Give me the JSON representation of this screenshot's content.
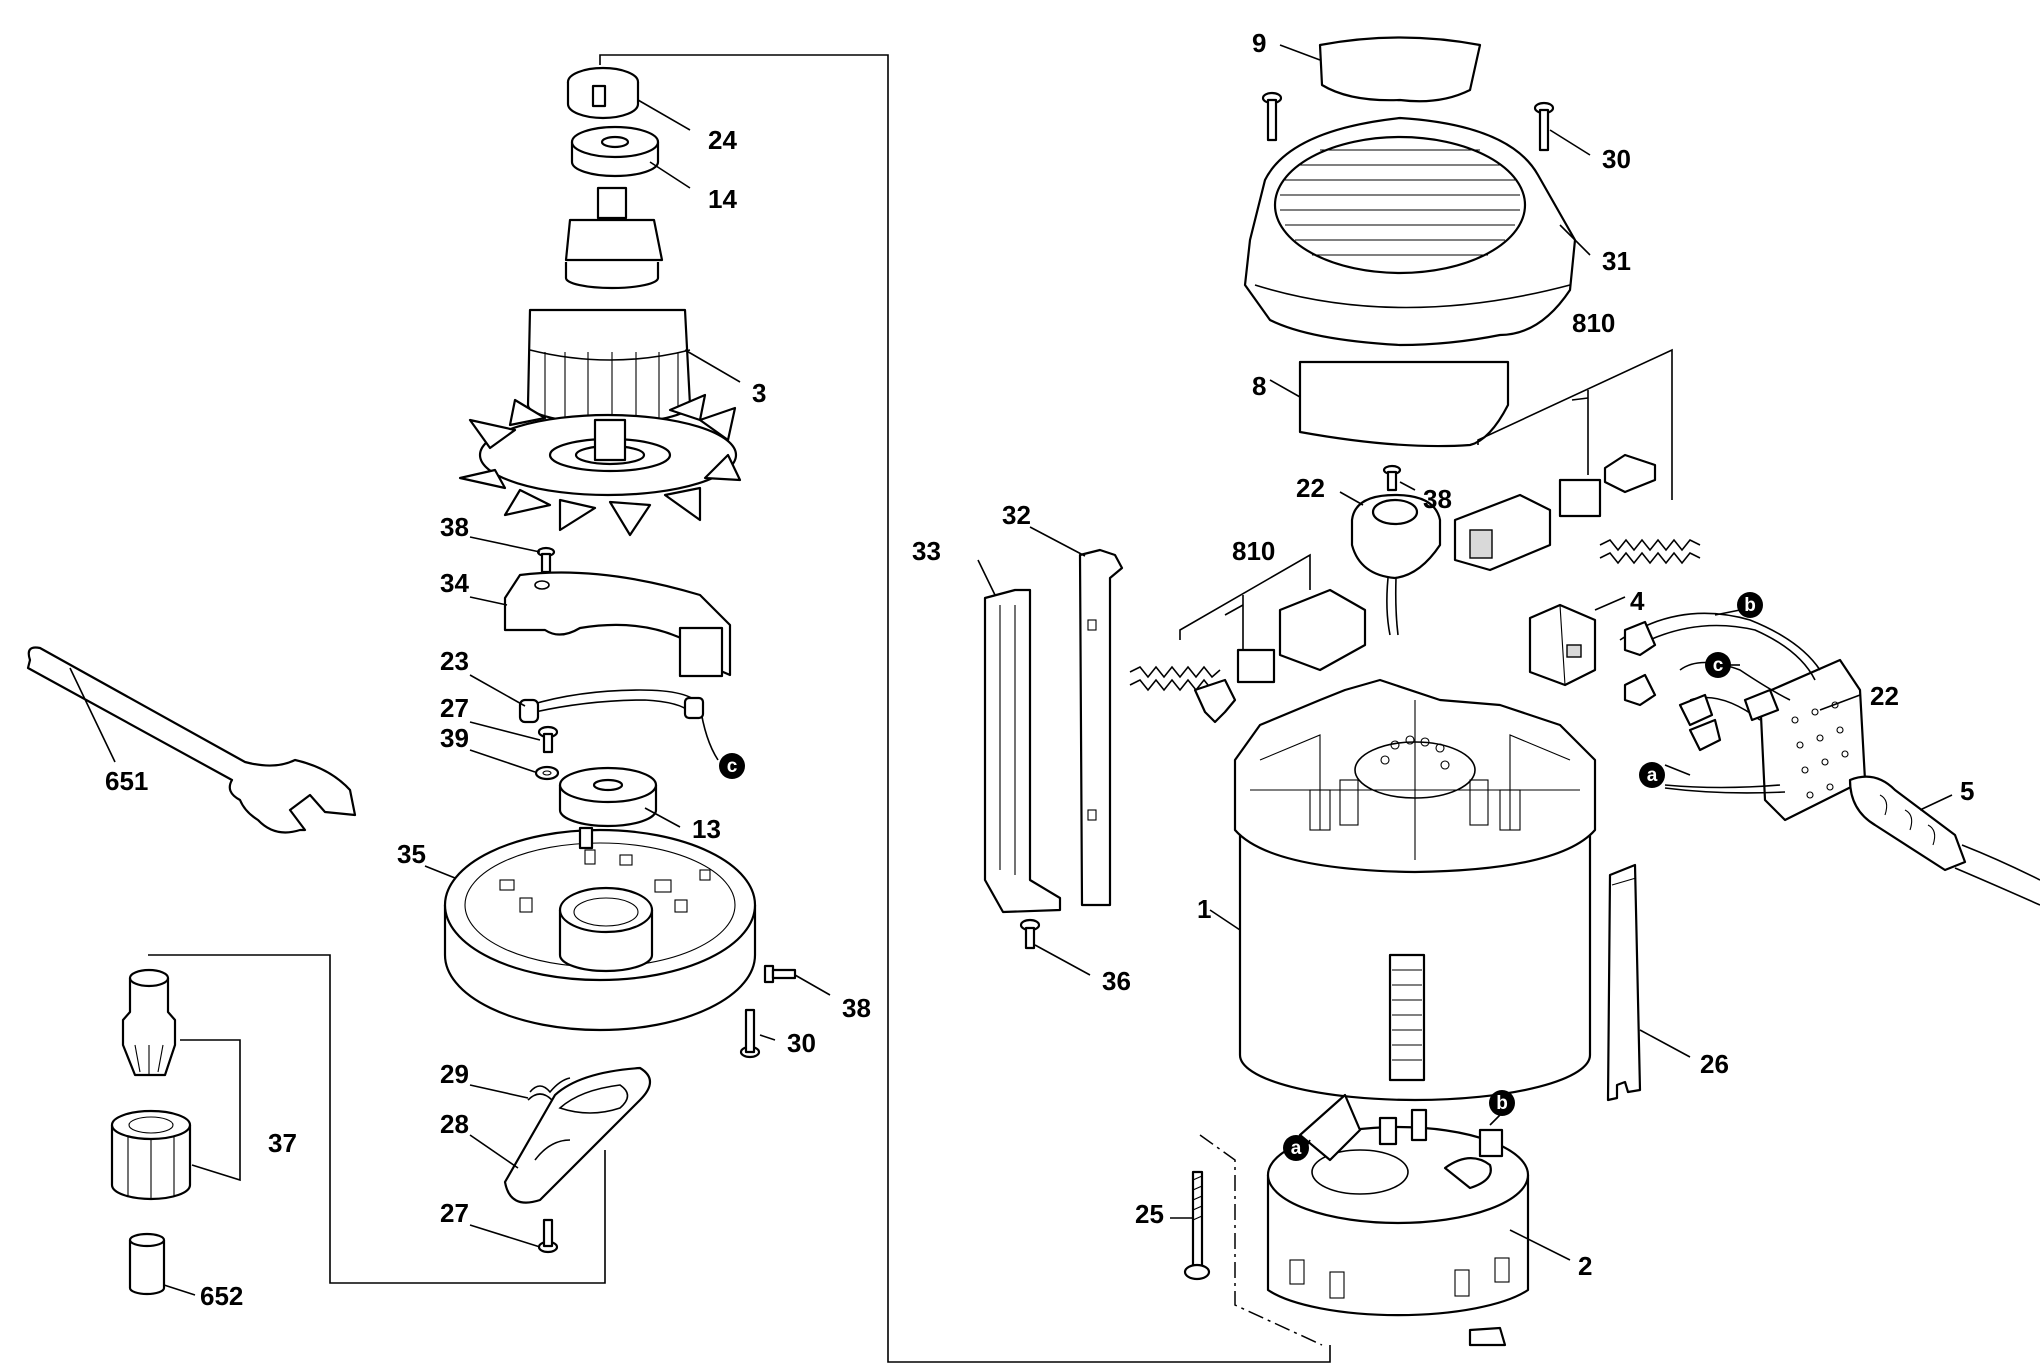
{
  "diagram": {
    "labels": {
      "p1": "1",
      "p2": "2",
      "p3": "3",
      "p4": "4",
      "p5": "5",
      "p8": "8",
      "p9": "9",
      "p13": "13",
      "p14": "14",
      "p22_brush": "22",
      "p22_board": "22",
      "p23": "23",
      "p24": "24",
      "p25": "25",
      "p26": "26",
      "p27_top": "27",
      "p27_bottom": "27",
      "p28": "28",
      "p29": "29",
      "p30_cap": "30",
      "p30_plate": "30",
      "p31": "31",
      "p32": "32",
      "p33": "33",
      "p34": "34",
      "p35": "35",
      "p36": "36",
      "p37": "37",
      "p38_fan": "38",
      "p38_plate": "38",
      "p38_brush": "38",
      "p39": "39",
      "p651": "651",
      "p652": "652",
      "p810_right": "810",
      "p810_left": "810"
    },
    "markers": {
      "a_wire": "a",
      "a_holder": "a",
      "b_wire": "b",
      "b_holder": "b",
      "c_wire": "c",
      "c_board": "c"
    }
  }
}
